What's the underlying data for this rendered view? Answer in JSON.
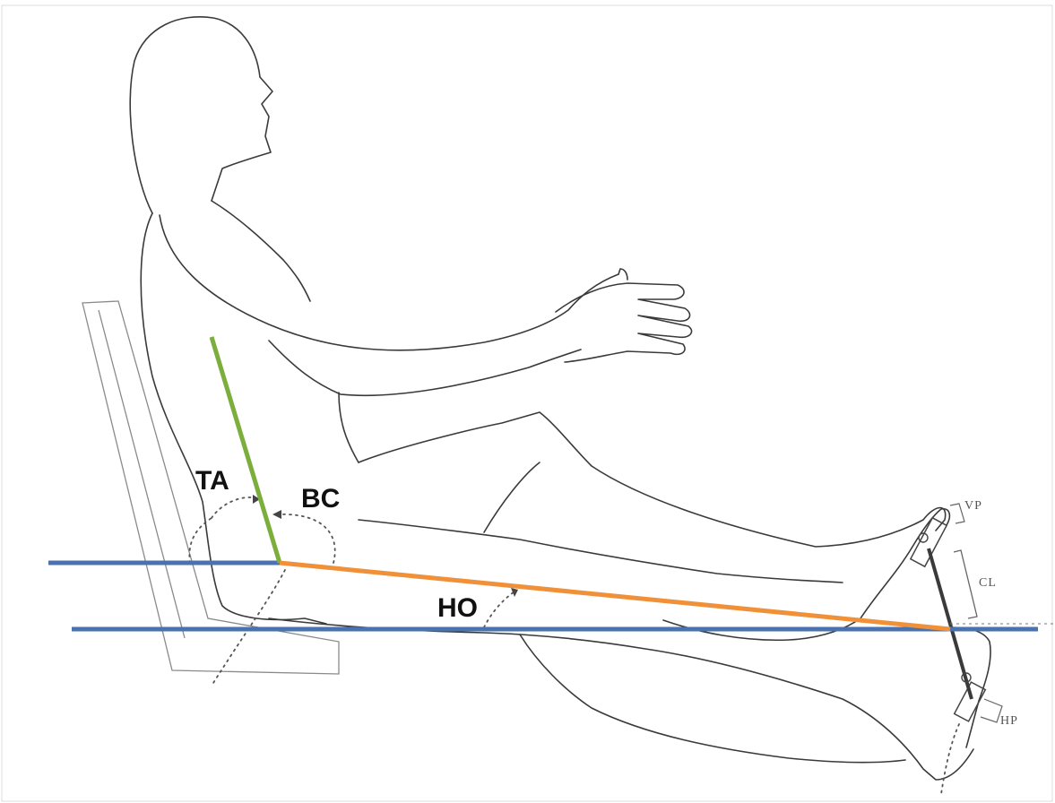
{
  "labels": {
    "ta": "TA",
    "bc": "BC",
    "ho": "HO",
    "vp": "VP",
    "cl": "CL",
    "hp": "HP"
  },
  "colors": {
    "trunk_line": "#7cae3e",
    "thigh_line": "#f0913a",
    "reference_lines": "#4a72b0",
    "sketch": "#3a3a3a"
  }
}
